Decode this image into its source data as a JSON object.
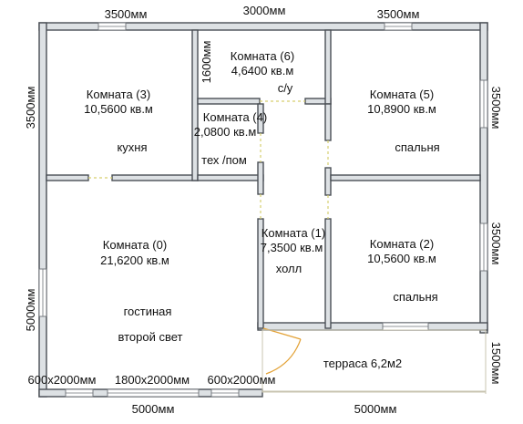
{
  "dimensions": {
    "top_left": "3500мм",
    "top_mid": "3000мм",
    "top_right": "3500мм",
    "left_top": "3500мм",
    "left_bottom": "5000мм",
    "right_top": "3500мм",
    "right_mid": "3500мм",
    "right_bottom": "1500мм",
    "bottom_left": "5000мм",
    "bottom_right": "5000мм",
    "room6_height": "1600мм",
    "win_left": "600x2000мм",
    "win_mid": "1800x2000мм",
    "win_right": "600x2000мм"
  },
  "rooms": {
    "r3": {
      "name": "Комната (3)",
      "area": "10,5600 кв.м",
      "use": "кухня"
    },
    "r6": {
      "name": "Комната (6)",
      "area": "4,6400 кв.м",
      "use": "с/у"
    },
    "r5": {
      "name": "Комната (5)",
      "area": "10,8900 кв.м",
      "use": "спальня"
    },
    "r4": {
      "name": "Комната (4)",
      "area": "2,0800 кв.м",
      "use": "тех /пом"
    },
    "r0": {
      "name": "Комната (0)",
      "area": "21,6200 кв.м",
      "use1": "гостиная",
      "use2": "второй свет"
    },
    "r1": {
      "name": "Комната (1)",
      "area": "7,3500 кв.м",
      "use": "холл"
    },
    "r2": {
      "name": "Комната (2)",
      "area": "10,5600 кв.м",
      "use": "спальня"
    },
    "terrace": {
      "label": "терраса 6,2м2"
    }
  }
}
